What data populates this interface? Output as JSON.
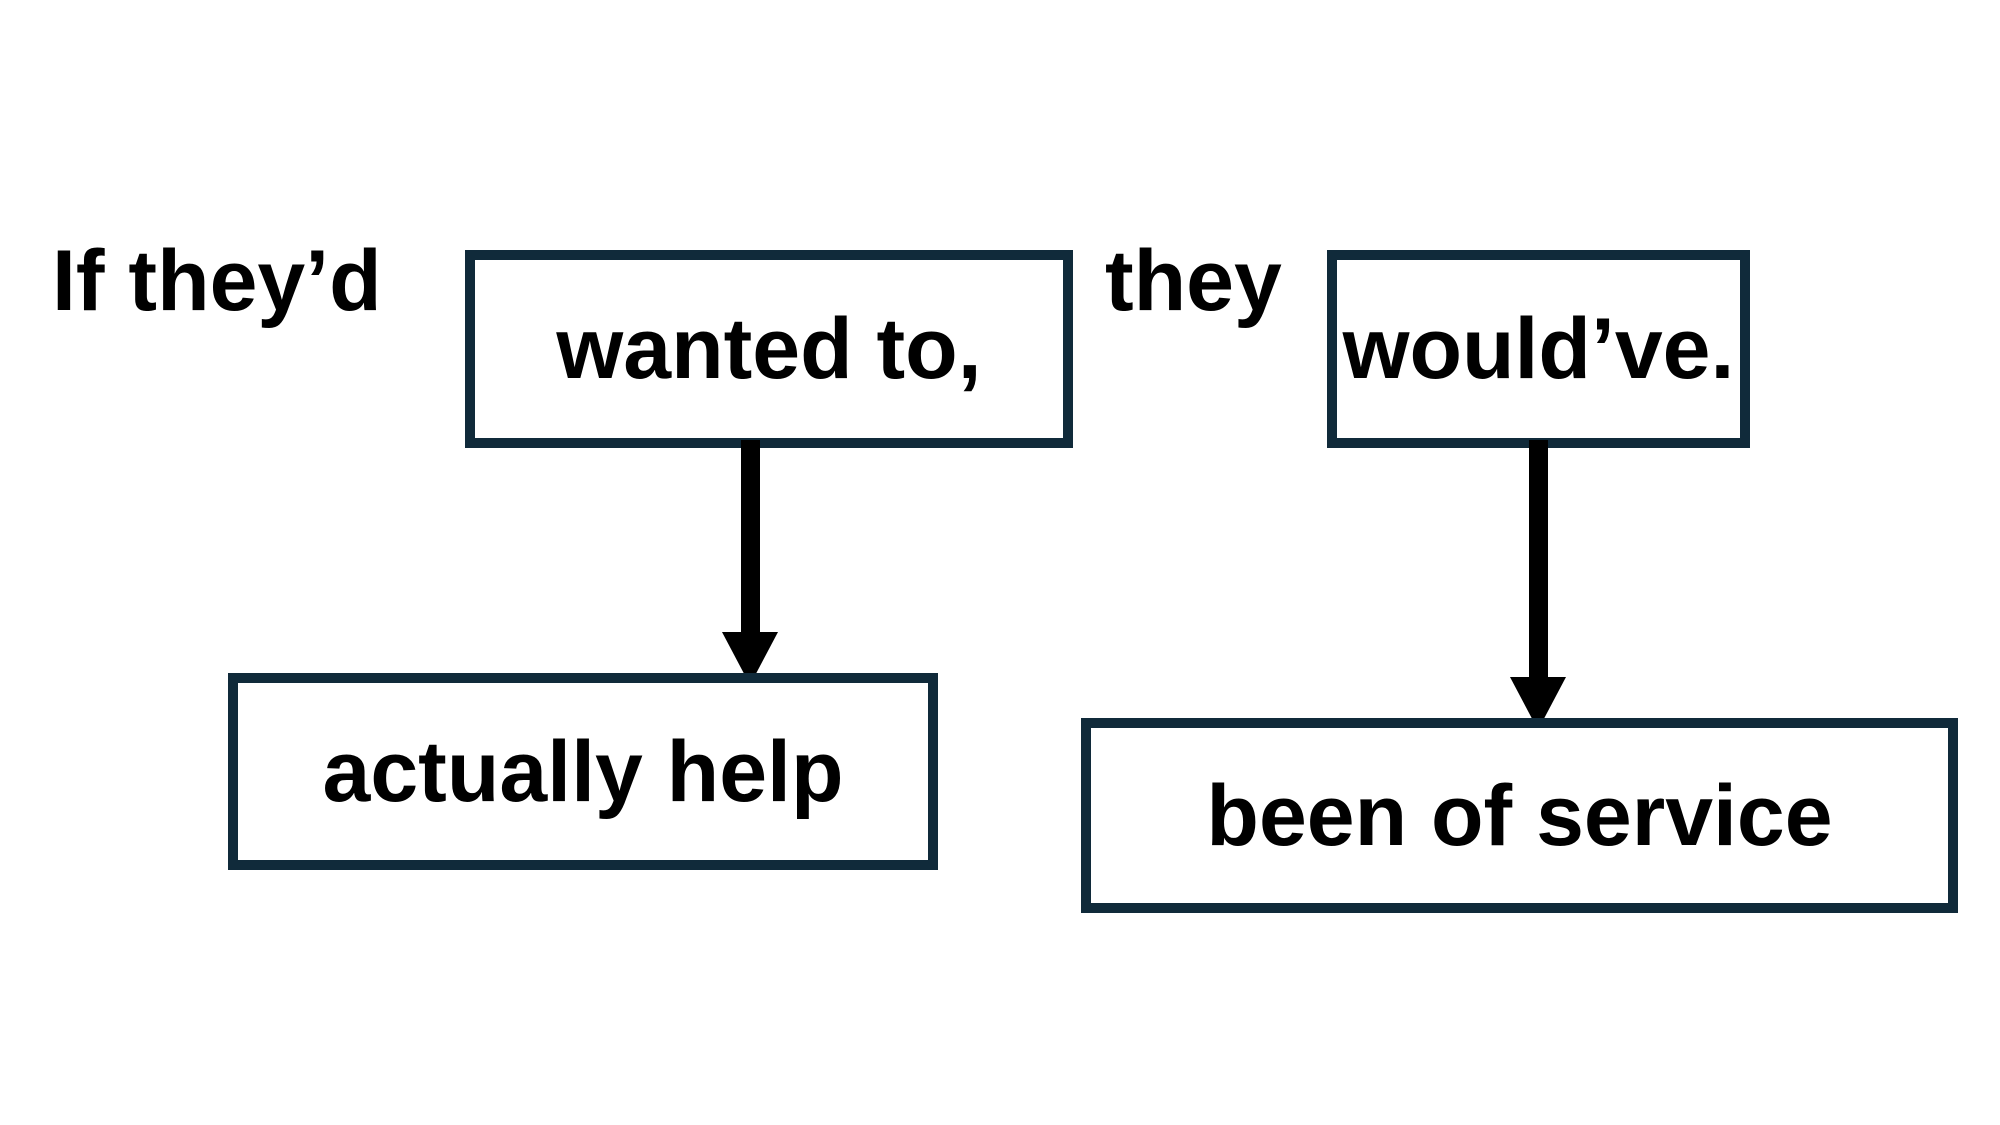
{
  "diagram": {
    "type": "sentence-annotation-diagram",
    "background_color": "#ffffff",
    "box_border_color": "#102a3a",
    "text_color": "#000000",
    "arrow_color": "#000000",
    "sentence": "If they’d wanted to, they would’ve.",
    "plain_text_runs": [
      {
        "id": "if-theyd",
        "text": "If they’d"
      },
      {
        "id": "they",
        "text": "they"
      }
    ],
    "boxes": [
      {
        "id": "wanted-to",
        "label": "wanted to,",
        "row": "top"
      },
      {
        "id": "wouldve",
        "label": "would’ve.",
        "row": "top"
      },
      {
        "id": "actually-help",
        "label": "actually help",
        "row": "bottom"
      },
      {
        "id": "been-of-service",
        "label": "been of service",
        "row": "bottom"
      }
    ],
    "arrows": [
      {
        "id": "arrow-left",
        "from": "wanted-to",
        "to": "actually-help",
        "direction": "down"
      },
      {
        "id": "arrow-right",
        "from": "wouldve",
        "to": "been-of-service",
        "direction": "down"
      }
    ]
  }
}
